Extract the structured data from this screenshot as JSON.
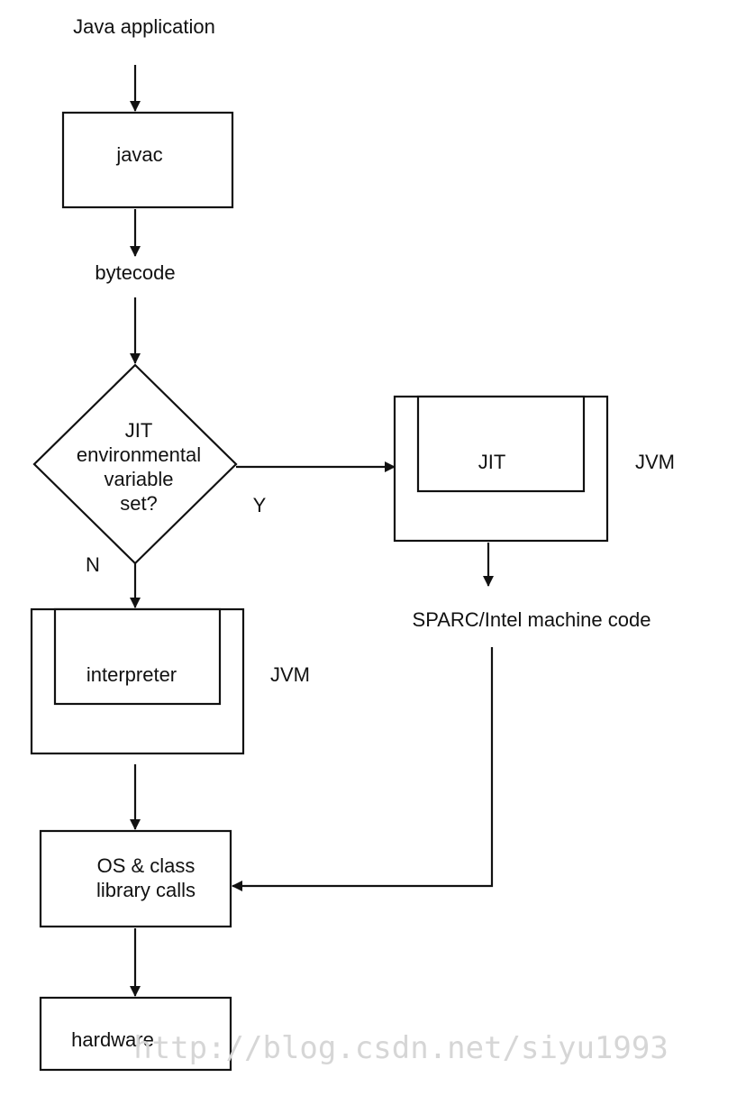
{
  "nodes": {
    "java_application": "Java application",
    "javac": "javac",
    "bytecode": "bytecode",
    "decision": [
      "JIT",
      "environmental",
      "variable",
      "set?"
    ],
    "yes_label": "Y",
    "no_label": "N",
    "jit": "JIT",
    "jvm_right": "JVM",
    "machine_code": "SPARC/Intel machine code",
    "interpreter": "interpreter",
    "jvm_left": "JVM",
    "os_calls": [
      "OS & class",
      "library calls"
    ],
    "hardware": "hardware"
  },
  "watermark": "http://blog.csdn.net/siyu1993"
}
